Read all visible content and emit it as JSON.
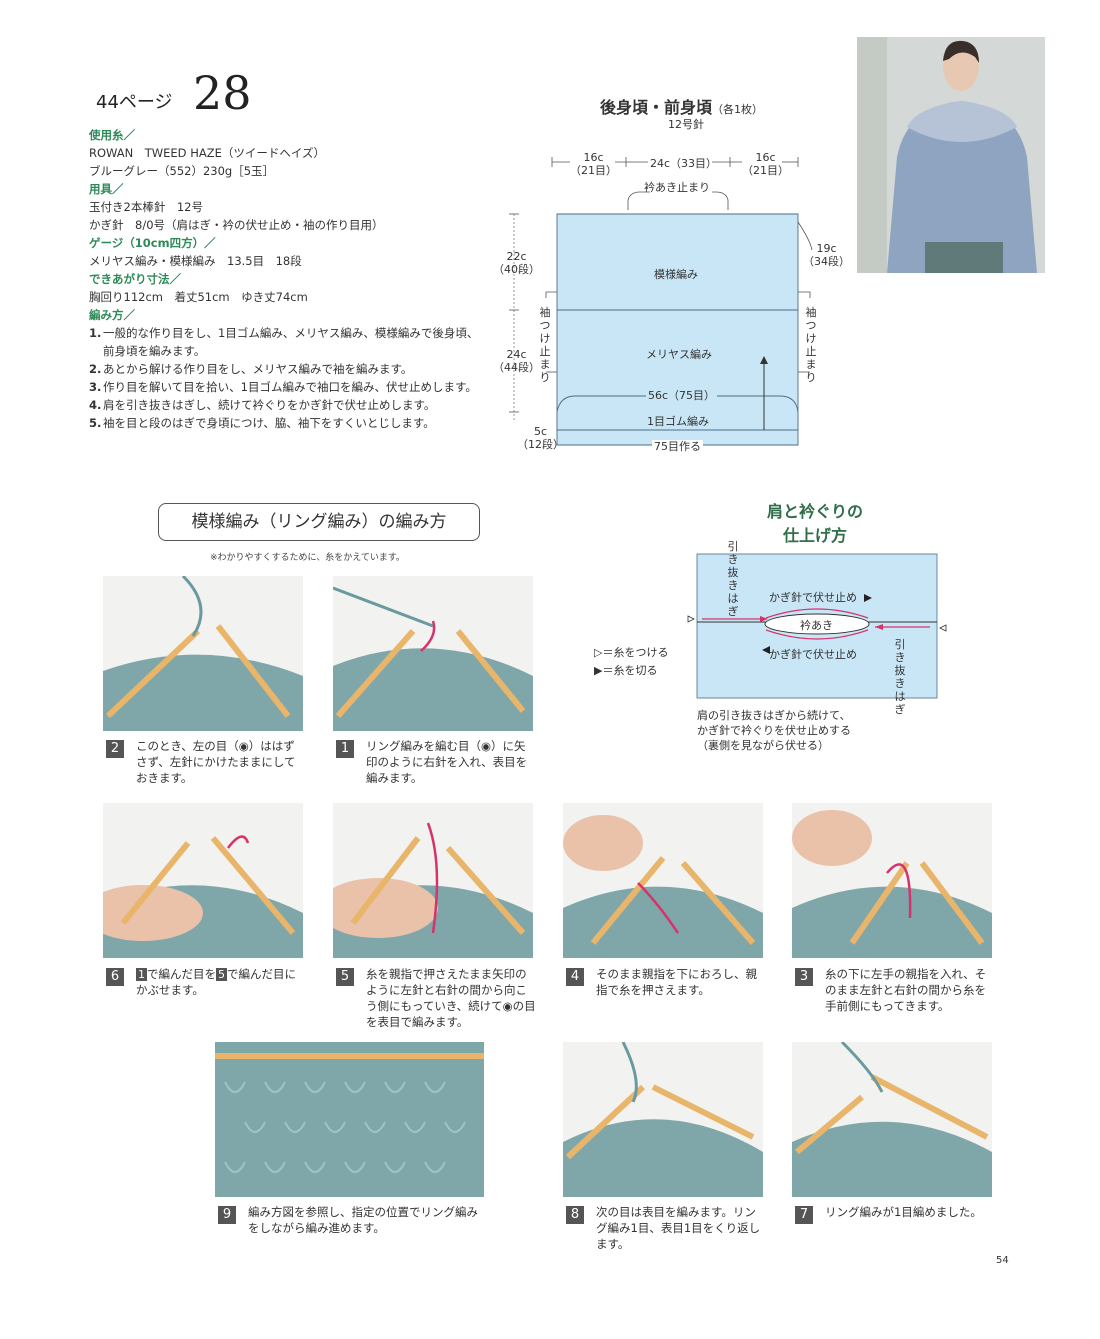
{
  "header": {
    "page_ref": "44ページ",
    "pattern_no": "28"
  },
  "specs": [
    {
      "heading": "使用糸／",
      "lines": [
        "ROWAN　TWEED HAZE（ツイードヘイズ）",
        "ブルーグレー（552）230g［5玉］"
      ]
    },
    {
      "heading": "用具／",
      "lines": [
        "玉付き2本棒針　12号",
        "かぎ針　8/0号（肩はぎ・衿の伏せ止め・袖の作り目用）"
      ]
    },
    {
      "heading": "ゲージ（10cm四方）／",
      "lines": [
        "メリヤス編み・模様編み　13.5目　18段"
      ]
    },
    {
      "heading": "できあがり寸法／",
      "lines": [
        "胸回り112cm　着丈51cm　ゆき丈74cm"
      ]
    },
    {
      "heading": "編み方／",
      "lines": []
    }
  ],
  "steps": [
    {
      "n": "1.",
      "text": "一般的な作り目をし、1目ゴム編み、メリヤス編み、模様編みで後身頃、前身頃を編みます。"
    },
    {
      "n": "2.",
      "text": "あとから解ける作り目をし、メリヤス編みで袖を編みます。"
    },
    {
      "n": "3.",
      "text": "作り目を解いて目を拾い、1目ゴム編みで袖口を編み、伏せ止めします。"
    },
    {
      "n": "4.",
      "text": "肩を引き抜きはぎし、続けて衿ぐりをかぎ針で伏せ止めします。"
    },
    {
      "n": "5.",
      "text": "袖を目と段のはぎで身頃につけ、脇、袖下をすくいとじします。"
    }
  ],
  "diagram": {
    "title": "後身頃・前身頃",
    "title_suffix": "（各1枚）",
    "needle": "12号針",
    "top_left_a": "16c",
    "top_left_b": "（21目）",
    "top_center": "24c（33目）",
    "top_right_a": "16c",
    "top_right_b": "（21目）",
    "neck": "衿あき止まり",
    "left_upper_a": "22c",
    "left_upper_b": "（40段）",
    "left_lower_a": "24c",
    "left_lower_b": "（44段）",
    "left_bottom_a": "5c",
    "left_bottom_b": "（12段）",
    "right_upper_a": "19c",
    "right_upper_b": "（34段）",
    "sleeve_left": "袖つけ止まり",
    "sleeve_right": "袖つけ止まり",
    "pattern_area": "模様編み",
    "stockinette_area": "メリヤス編み",
    "width_mid": "56c（75目）",
    "rib": "1目ゴム編み",
    "cast_on": "75目作る"
  },
  "pattern_section": {
    "title": "模様編み（リング編み）の編み方",
    "note": "※わかりやすくするために、糸をかえています。"
  },
  "shoulder": {
    "title_l1": "肩と衿ぐりの",
    "title_l2": "仕上げ方",
    "left_label": "引き抜きはぎ",
    "right_label": "引き抜きはぎ",
    "top_label": "かぎ針で伏せ止め",
    "bottom_label": "かぎ針で伏せ止め",
    "neck_label": "衿あき",
    "legend_attach": "＝糸をつける",
    "legend_cut": "＝糸を切る",
    "note_l1": "肩の引き抜きはぎから続けて、",
    "note_l2": "かぎ針で衿ぐりを伏せ止めする",
    "note_l3": "（裏側を見ながら伏せる）"
  },
  "captions": {
    "c1": {
      "num": "1",
      "text": "リング編みを編む目（◉）に矢印のように右針を入れ、表目を編みます。"
    },
    "c2": {
      "num": "2",
      "text": "このとき、左の目（◉）ははずさず、左針にかけたままにしておきます。"
    },
    "c3": {
      "num": "3",
      "text": "糸の下に左手の親指を入れ、そのまま左針と右針の間から糸を手前側にもってきます。"
    },
    "c4": {
      "num": "4",
      "text": "そのまま親指を下におろし、親指で糸を押さえます。"
    },
    "c5": {
      "num": "5",
      "text": "糸を親指で押さえたまま矢印のように左針と右針の間から向こう側にもっていき、続けて◉の目を表目で編みます。"
    },
    "c6": {
      "num": "6",
      "ref_a": "1",
      "mid": "で編んだ目を",
      "ref_b": "5",
      "text_end": "で編んだ目にかぶせます。"
    },
    "c7": {
      "num": "7",
      "text": "リング編みが1目編めました。"
    },
    "c8": {
      "num": "8",
      "text": "次の目は表目を編みます。リング編み1目、表目1目をくり返します。"
    },
    "c9": {
      "num": "9",
      "text": "編み方図を参照し、指定の位置でリング編みをしながら編み進めます。"
    }
  },
  "page_number": "54",
  "colors": {
    "accent": "#2e8b57",
    "diagram_fill": "#c9e6f6",
    "arrow": "#d6336c",
    "yarn": "#6a9aa0"
  }
}
